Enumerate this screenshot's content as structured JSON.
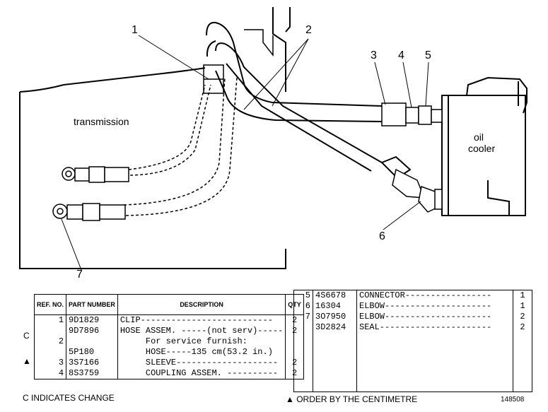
{
  "diagram": {
    "labels": {
      "transmission": "transmission",
      "oil_cooler_line1": "oil",
      "oil_cooler_line2": "cooler"
    },
    "callouts": [
      "1",
      "2",
      "3",
      "4",
      "5",
      "6",
      "7"
    ]
  },
  "left_table": {
    "headers": {
      "ref_no": "REF. NO.",
      "part_number": "PART NUMBER",
      "description": "DESCRIPTION",
      "qty": "QTY"
    },
    "rows": [
      {
        "marker": "",
        "ref": "1",
        "part": "9D1829",
        "desc": "CLIP--------------------------",
        "qty": "2"
      },
      {
        "marker": "C",
        "ref": "",
        "part": "9D7896",
        "desc": "HOSE ASSEM. -----(not serv)-----",
        "qty": "2"
      },
      {
        "marker": "",
        "ref": "2",
        "part": "",
        "desc": "     For service furnish:",
        "qty": ""
      },
      {
        "marker": "▲",
        "ref": "",
        "part": "5P180",
        "desc": "     HOSE-----135 cm(53.2 in.)",
        "qty": ""
      },
      {
        "marker": "",
        "ref": "3",
        "part": "3S7166",
        "desc": "     SLEEVE--------------------",
        "qty": "2"
      },
      {
        "marker": "",
        "ref": "4",
        "part": "8S3759",
        "desc": "     COUPLING ASSEM. ----------",
        "qty": "2"
      }
    ]
  },
  "right_table": {
    "rows": [
      {
        "ref": "5",
        "part": "4S6678",
        "desc": "CONNECTOR-----------------",
        "qty": "1"
      },
      {
        "ref": "6",
        "part": "16304",
        "desc": "ELBOW---------------------",
        "qty": "1"
      },
      {
        "ref": "7",
        "part": "3O7950",
        "desc": "ELBOW---------------------",
        "qty": "2"
      },
      {
        "ref": "",
        "part": "3D2824",
        "desc": "SEAL----------------------",
        "qty": "2"
      }
    ]
  },
  "footer": {
    "left_note": "C INDICATES CHANGE",
    "right_note": "▲ ORDER BY THE CENTIMETRE",
    "figure_number": "148508"
  }
}
